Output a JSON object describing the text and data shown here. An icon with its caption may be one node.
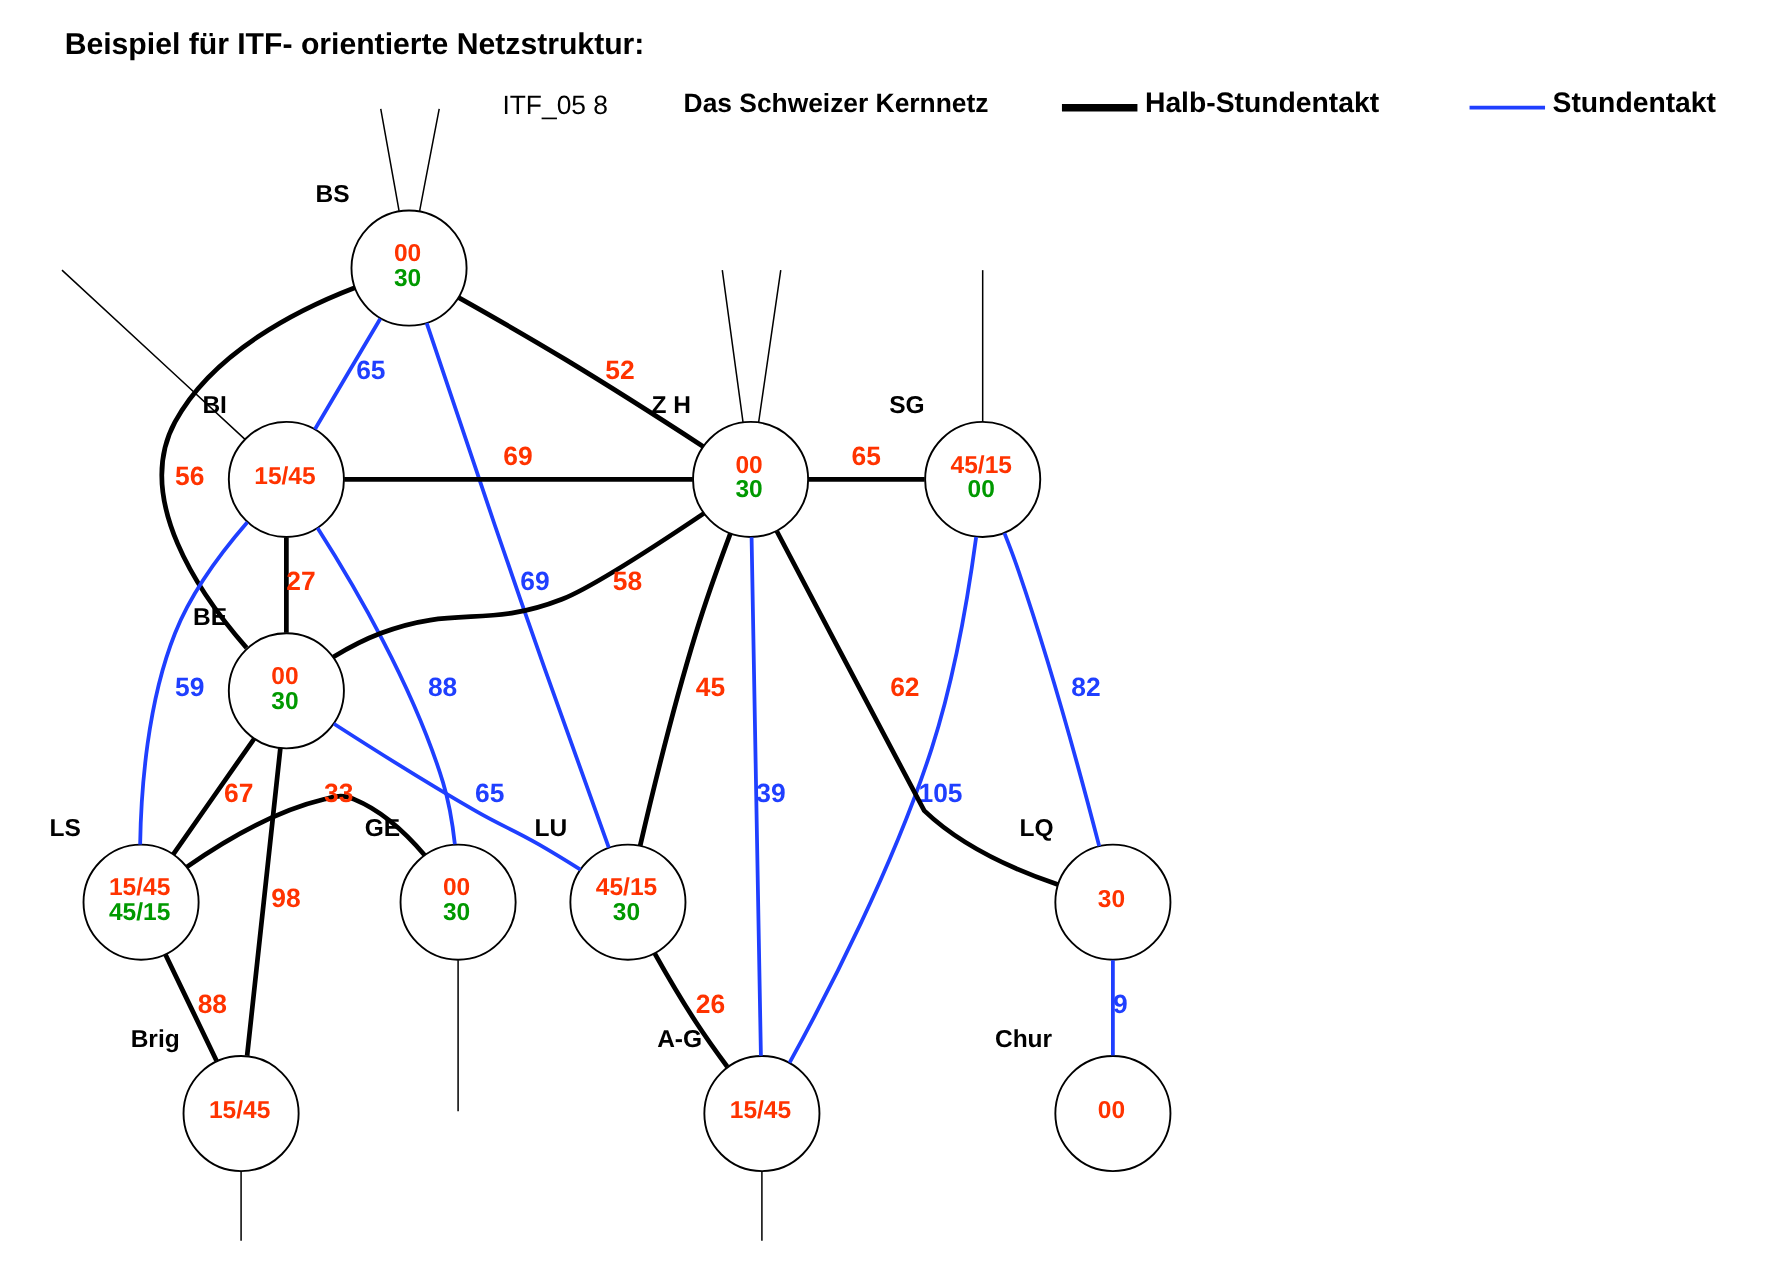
{
  "diagram": {
    "title": "Beispiel für ITF- orientierte Netzstruktur:",
    "nodes": [
      {
        "text": [
          "00",
          "30"
        ],
        "beside": [
          "BS"
        ]
      },
      {
        "text": [
          "45/15",
          "00"
        ],
        "beside": [
          "SG"
        ]
      },
      {
        "text": [
          "15/45"
        ],
        "beside": [
          "BI"
        ]
      },
      {
        "text": [
          "00",
          "30"
        ],
        "beside": [
          "Z H"
        ]
      },
      {
        "text": [
          "00",
          "30"
        ],
        "beside": [
          "BE"
        ]
      },
      {
        "text": [
          "15/45",
          "45/15"
        ],
        "beside": [
          "LS"
        ]
      },
      {
        "text": [
          "00",
          "30"
        ],
        "beside": [
          "GE"
        ]
      },
      {
        "text": [
          "45/15",
          "30"
        ],
        "beside": [
          "LU"
        ]
      },
      {
        "text": [
          "30"
        ],
        "beside": [
          "LQ"
        ]
      },
      {
        "text": [
          "15/45"
        ],
        "beside": [
          "A-G"
        ]
      },
      {
        "text": [
          "15/45"
        ],
        "beside": [
          "Brig"
        ]
      },
      {
        "text": [
          "00"
        ],
        "beside": [
          "Chur"
        ]
      }
    ],
    "edges": [
      {
        "from": 0,
        "to": 2,
        "arrow": "none",
        "label": "65",
        "color": "#1f3fff"
      },
      {
        "from": 0,
        "to": 4,
        "arrow": "none",
        "label": "56"
      },
      {
        "from": 0,
        "to": 3,
        "arrow": "none",
        "label": "52"
      },
      {
        "from": 0,
        "to": 7,
        "arrow": "none",
        "label": "69",
        "color": "#1f3fff"
      },
      {
        "from": 2,
        "to": 3,
        "arrow": "none",
        "label": "69"
      },
      {
        "from": 2,
        "to": 4,
        "arrow": "none",
        "label": "27"
      },
      {
        "from": 2,
        "to": 6,
        "arrow": "none",
        "label": "88",
        "color": "#1f3fff"
      },
      {
        "from": 2,
        "to": 5,
        "arrow": "none",
        "label": "59",
        "color": "#1f3fff"
      },
      {
        "from": 4,
        "to": 3,
        "arrow": "none",
        "label": "58"
      },
      {
        "from": 4,
        "to": 5,
        "arrow": "none",
        "label": "67"
      },
      {
        "from": 4,
        "to": 7,
        "arrow": "none",
        "label": "65",
        "color": "#1f3fff"
      },
      {
        "from": 4,
        "to": 10,
        "arrow": "none",
        "label": "98"
      },
      {
        "from": 5,
        "to": 6,
        "arrow": "none",
        "label": "33"
      },
      {
        "from": 5,
        "to": 10,
        "arrow": "none",
        "label": "88"
      },
      {
        "from": 3,
        "to": 1,
        "arrow": "none",
        "label": "65"
      },
      {
        "from": 3,
        "to": 7,
        "arrow": "none",
        "label": "45"
      },
      {
        "from": 3,
        "to": 9,
        "arrow": "none",
        "label": "39",
        "color": "#1f3fff"
      },
      {
        "from": 3,
        "to": 8,
        "arrow": "none",
        "label": "62"
      },
      {
        "from": 1,
        "to": 9,
        "arrow": "none",
        "label": "105",
        "color": "#1f3fff"
      },
      {
        "from": 1,
        "to": 8,
        "arrow": "none",
        "label": "82",
        "color": "#1f3fff"
      },
      {
        "from": 7,
        "to": 9,
        "arrow": "none",
        "label": "26"
      },
      {
        "from": 8,
        "to": 11,
        "arrow": "none",
        "label": "9",
        "color": "#1f3fff"
      },
      {
        "from": 0,
        "to": null,
        "arrow": "none"
      },
      {
        "from": 0,
        "to": null,
        "arrow": "none"
      },
      {
        "from": 2,
        "to": null,
        "arrow": "none"
      },
      {
        "from": 3,
        "to": null,
        "arrow": "none"
      },
      {
        "from": 3,
        "to": null,
        "arrow": "none"
      },
      {
        "from": 1,
        "to": null,
        "arrow": "none"
      },
      {
        "from": 6,
        "to": null,
        "arrow": "none"
      },
      {
        "from": 10,
        "to": null,
        "arrow": "none"
      },
      {
        "from": 9,
        "to": null,
        "arrow": "none"
      }
    ],
    "labels": [
      "ITF_05 8",
      "Das Schweizer Kernnetz"
    ],
    "legend": [
      {
        "text": "Halb-Stundentakt"
      },
      {
        "text": "Stundentakt"
      }
    ]
  }
}
